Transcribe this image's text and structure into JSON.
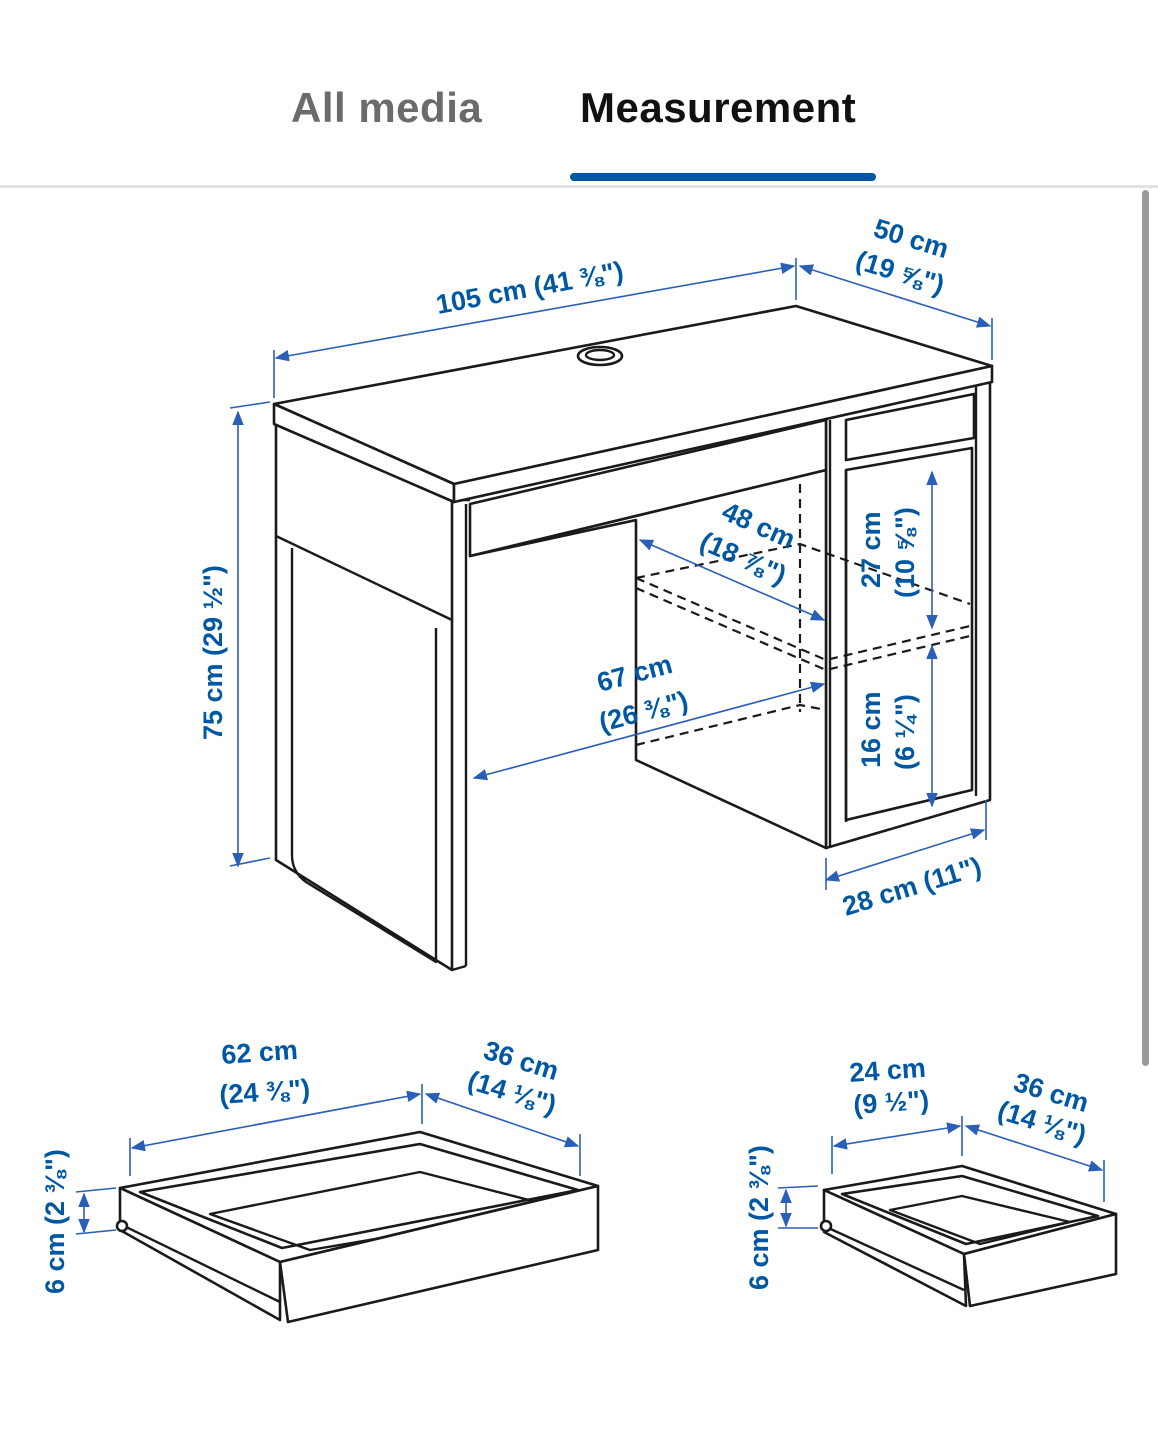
{
  "tabs": [
    {
      "label": "All media",
      "selected": false
    },
    {
      "label": "Measurement",
      "selected": true
    }
  ],
  "accent_color": "#0058a3",
  "desk": {
    "width": "105 cm (41 ⅜\")",
    "depth_cm": "50 cm",
    "depth_in": "(19 ⅝\")",
    "height": "75 cm (29 ½\")",
    "inner_depth_cm": "48 cm",
    "inner_depth_in": "(18 ⅞\")",
    "inner_width_cm": "67 cm",
    "inner_width_in": "(26 ⅜\")",
    "upper_shelf_cm": "27 cm",
    "upper_shelf_in": "(10 ⅝\")",
    "lower_shelf_cm": "16 cm",
    "lower_shelf_in": "(6 ¼\")",
    "cabinet_width": "28 cm (11\")"
  },
  "large_drawer": {
    "width_cm": "62 cm",
    "width_in": "(24 ⅜\")",
    "depth_cm": "36 cm",
    "depth_in": "(14 ⅛\")",
    "height": "6 cm (2 ⅜\")"
  },
  "small_drawer": {
    "width_cm": "24 cm",
    "width_in": "(9 ½\")",
    "depth_cm": "36 cm",
    "depth_in": "(14 ⅛\")",
    "height": "6 cm (2 ⅜\")"
  }
}
